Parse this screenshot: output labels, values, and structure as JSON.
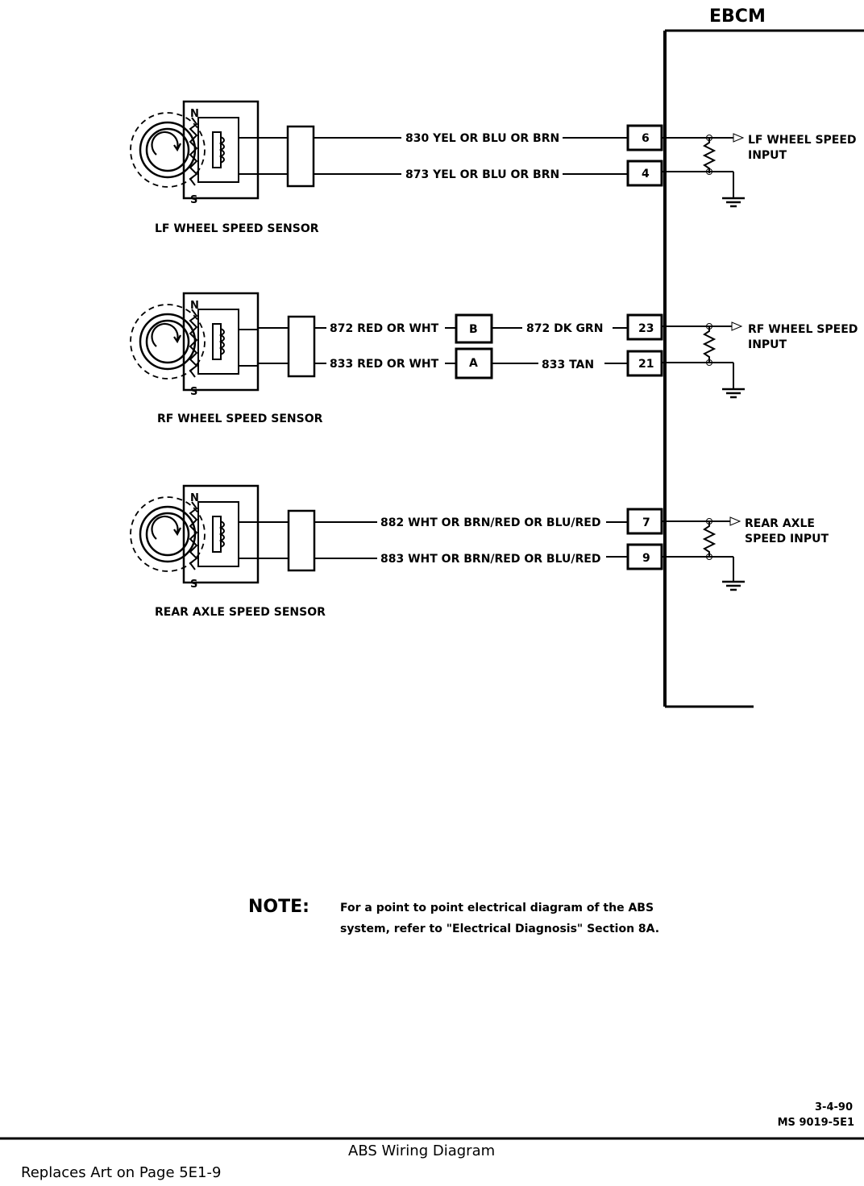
{
  "ebcm": {
    "label": "EBCM"
  },
  "circuits": [
    {
      "sensor_label": "LF WHEEL SPEED SENSOR",
      "wire_top": "830 YEL OR BLU OR BRN",
      "wire_bottom": "873 YEL OR BLU OR BRN",
      "pin_top": "6",
      "pin_bottom": "4",
      "output_line1": "LF WHEEL SPEED",
      "output_line2": "INPUT"
    },
    {
      "sensor_label": "RF WHEEL SPEED SENSOR",
      "wire_top": "872 RED OR WHT",
      "wire_bottom": "833 RED OR WHT",
      "connector_top": "B",
      "connector_bottom": "A",
      "wire_top_2": "872 DK GRN",
      "wire_bottom_2": "833 TAN",
      "pin_top": "23",
      "pin_bottom": "21",
      "output_line1": "RF WHEEL SPEED",
      "output_line2": "INPUT"
    },
    {
      "sensor_label": "REAR AXLE SPEED  SENSOR",
      "wire_top": "882 WHT OR BRN/RED OR BLU/RED",
      "wire_bottom": "883 WHT OR BRN/RED OR BLU/RED",
      "pin_top": "7",
      "pin_bottom": "9",
      "output_line1": "REAR  AXLE",
      "output_line2": "SPEED INPUT"
    }
  ],
  "pole_labels": {
    "north": "N",
    "south": "S"
  },
  "note": {
    "heading": "NOTE:",
    "line1": "For a point to point electrical diagram of the ABS",
    "line2": "system, refer to \"Electrical Diagnosis\" Section 8A."
  },
  "reference": {
    "date": "3-4-90",
    "code": "MS 9019-5E1"
  },
  "footer": {
    "title": "ABS Wiring Diagram",
    "replaces": "Replaces Art on Page 5E1-9"
  }
}
